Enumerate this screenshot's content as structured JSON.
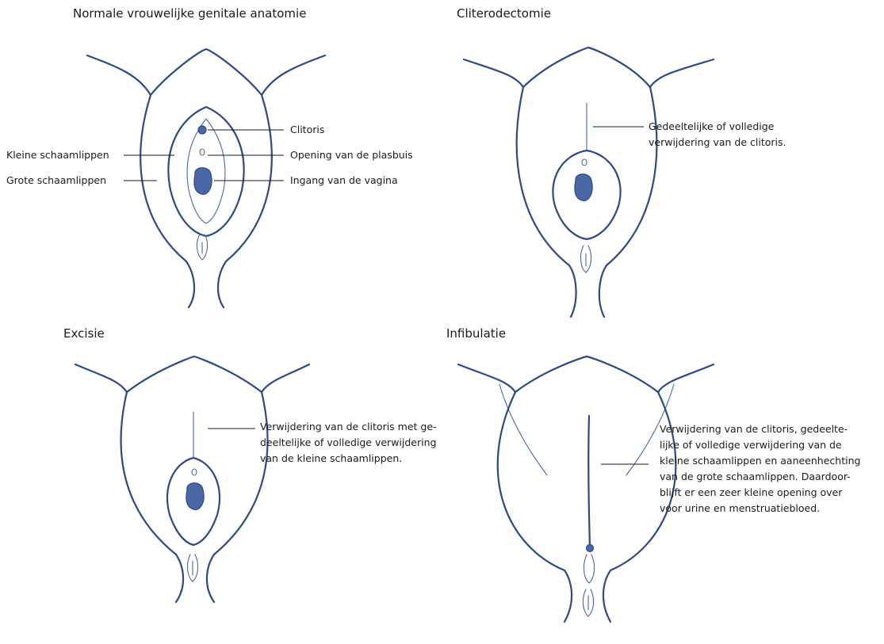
{
  "panels": {
    "normal": {
      "title": "Normale vrouwelijke genitale anatomie",
      "labels": {
        "clitoris": "Clitoris",
        "kleine": "Kleine schaamlippen",
        "plasbuis": "Opening van de plasbuis",
        "grote": "Grote schaamlippen",
        "vagina": "Ingang van de vagina"
      }
    },
    "cliterodectomie": {
      "title": "Cliterodectomie",
      "description": [
        "Gedeeltelijke of volledige",
        "verwijdering van de clitoris."
      ]
    },
    "excisie": {
      "title": "Excisie",
      "description": [
        "Verwijdering van de clitoris met ge-",
        "deeltelijke of volledige verwijdering",
        "van de kleine schaamlippen."
      ]
    },
    "infibulatie": {
      "title": "Infibulatie",
      "description": [
        "Verwijdering van de clitoris, gedeelte-",
        "lijke of volledige verwijdering van de",
        "kleine schaamlippen en aaneenhechting",
        "van de grote schaamlippen. Daardoor-",
        "blijft er een zeer kleine opening over",
        "voor urine en menstruatiebloed."
      ]
    }
  },
  "colors": {
    "ink": "#2c4a86",
    "text": "#1a1a1a"
  }
}
